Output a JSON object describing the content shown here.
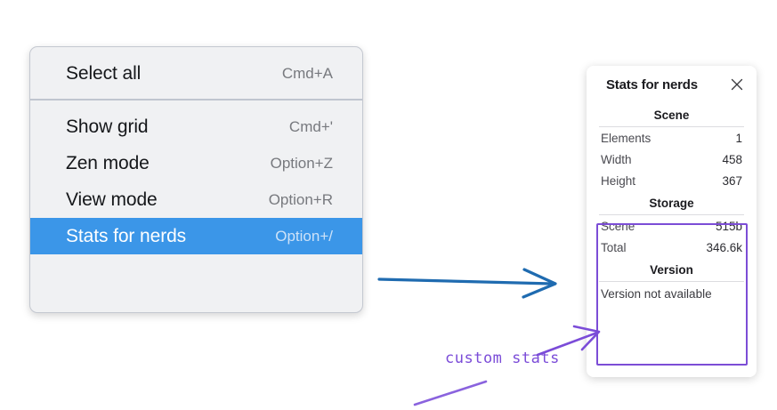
{
  "menu": {
    "groups": [
      {
        "items": [
          {
            "label": "Select all",
            "shortcut": "Cmd+A",
            "selected": false,
            "name": "menu-item-select-all"
          }
        ]
      },
      {
        "items": [
          {
            "label": "Show grid",
            "shortcut": "Cmd+'",
            "selected": false,
            "name": "menu-item-show-grid"
          },
          {
            "label": "Zen mode",
            "shortcut": "Option+Z",
            "selected": false,
            "name": "menu-item-zen-mode"
          },
          {
            "label": "View mode",
            "shortcut": "Option+R",
            "selected": false,
            "name": "menu-item-view-mode"
          },
          {
            "label": "Stats for nerds",
            "shortcut": "Option+/",
            "selected": true,
            "name": "menu-item-stats-for-nerds"
          }
        ]
      }
    ],
    "selected_color": "#3b96e8"
  },
  "stats_panel": {
    "title": "Stats for nerds",
    "close_icon": "close-icon",
    "sections": [
      {
        "title": "Scene",
        "rows": [
          {
            "key": "Elements",
            "value": "1"
          },
          {
            "key": "Width",
            "value": "458"
          },
          {
            "key": "Height",
            "value": "367"
          }
        ]
      },
      {
        "title": "Storage",
        "rows": [
          {
            "key": "Scene",
            "value": "515b"
          },
          {
            "key": "Total",
            "value": "346.6k"
          }
        ]
      },
      {
        "title": "Version",
        "note": "Version not available"
      }
    ]
  },
  "annotations": {
    "handwritten_label": "custom stats",
    "handwriting_color": "#7b4cd8",
    "highlight_color": "#7c4dd6",
    "arrow_color": "#1f6bb0"
  }
}
